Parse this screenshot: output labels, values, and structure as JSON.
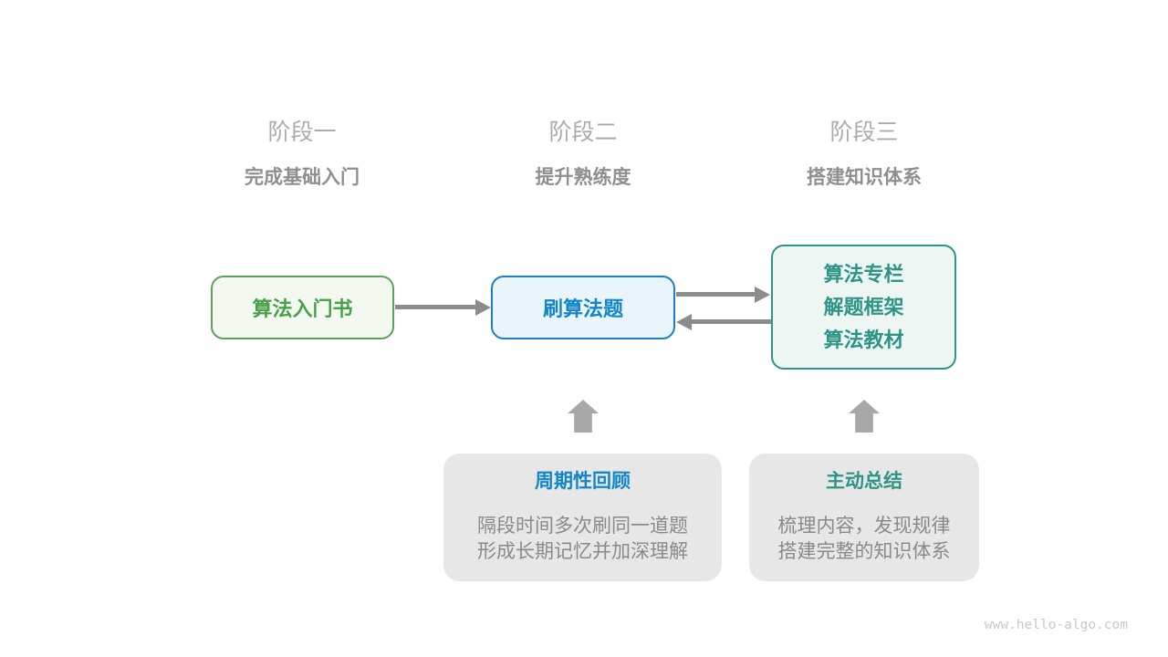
{
  "stages": [
    {
      "label": "阶段一",
      "subtitle": "完成基础入门"
    },
    {
      "label": "阶段二",
      "subtitle": "提升熟练度"
    },
    {
      "label": "阶段三",
      "subtitle": "搭建知识体系"
    }
  ],
  "nodes": {
    "intro_book": {
      "label": "算法入门书"
    },
    "practice": {
      "label": "刷算法题"
    },
    "resources": {
      "lines": [
        "算法专栏",
        "解题框架",
        "算法教材"
      ]
    }
  },
  "notes": [
    {
      "title": "周期性回顾",
      "lines": [
        "隔段时间多次刷同一道题",
        "形成长期记忆并加深理解"
      ]
    },
    {
      "title": "主动总结",
      "lines": [
        "梳理内容，发现规律",
        "搭建完整的知识体系"
      ]
    }
  ],
  "watermark": "www.hello-algo.com",
  "icons": {
    "right_arrow": "→",
    "left_arrow": "←",
    "up_block_arrow": "⬆"
  },
  "colors": {
    "green_text": "#48A148",
    "green_border": "#5BA15B",
    "green_fill": "#F3F9F1",
    "blue_text": "#1286C9",
    "blue_border": "#1A7FC4",
    "blue_fill": "#EAF4FB",
    "teal_text": "#2E9586",
    "teal_border": "#2E958A",
    "teal_fill": "#EDF6F3",
    "note_fill": "#E7E7E7",
    "note_body_text": "#8A8A8A",
    "stage_label": "#ACACAC",
    "stage_subtitle": "#8F8F8F",
    "connector_arrow": "#8C8C8C",
    "block_arrow": "#A8A8A8",
    "watermark": "#C9C9C9",
    "background": "#FFFFFF"
  }
}
